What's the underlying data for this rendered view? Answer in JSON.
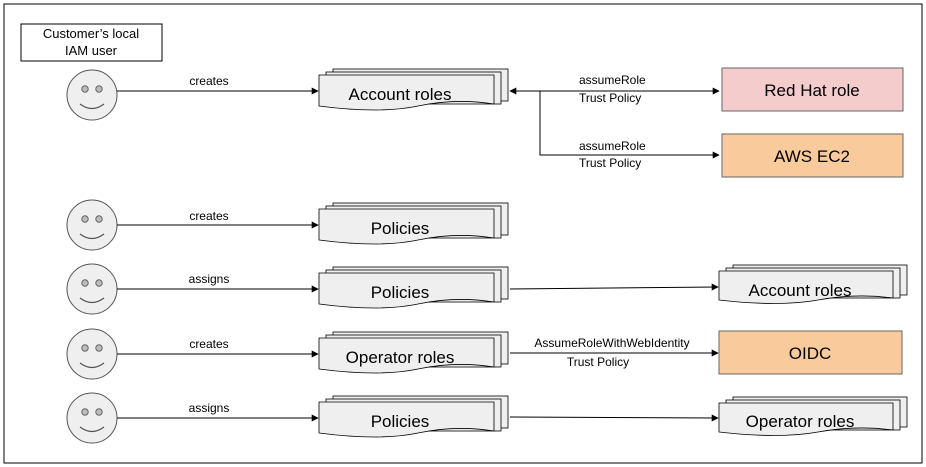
{
  "user_box": {
    "line1": "Customer’s local",
    "line2": "IAM user"
  },
  "rows": [
    {
      "verb": "creates",
      "doc": "Account roles"
    },
    {
      "verb": "creates",
      "doc": "Policies"
    },
    {
      "verb": "assigns",
      "doc": "Policies",
      "target": "Account roles"
    },
    {
      "verb": "creates",
      "doc": "Operator roles",
      "edge_line1": "AssumeRoleWithWebIdentity",
      "edge_line2": "Trust Policy",
      "target": "OIDC"
    },
    {
      "verb": "assigns",
      "doc": "Policies",
      "target": "Operator roles"
    }
  ],
  "trust_edges": [
    {
      "line1": "assumeRole",
      "line2": "Trust Policy",
      "target": "Red Hat role"
    },
    {
      "line1": "assumeRole",
      "line2": "Trust Policy",
      "target": "AWS EC2"
    }
  ],
  "colors": {
    "redhat_fill": "#f4cccc",
    "aws_fill": "#f9cb9c",
    "oidc_fill": "#f9cb9c",
    "doc_fill": "#efefef",
    "face_fill": "#efefef"
  }
}
